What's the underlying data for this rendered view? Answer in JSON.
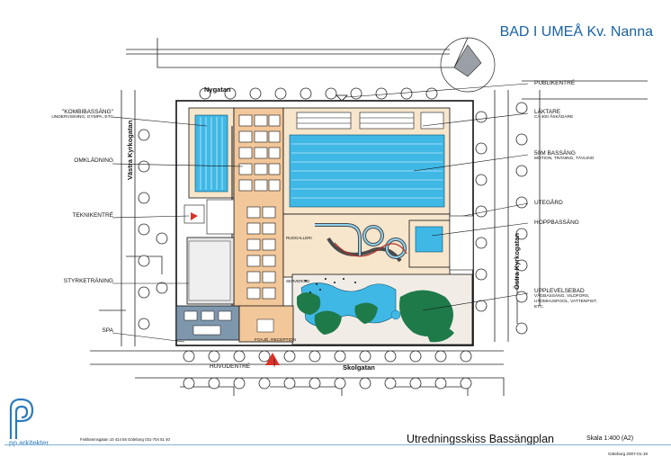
{
  "sheet": {
    "title": "BAD I UMEÅ Kv. Nanna",
    "plan_title": "Utredningsskiss Bassängplan",
    "scale": "Skala 1:400 (A2)",
    "date": "Göteborg 2007-01-19",
    "address": "Fiskhamnsgatan 10   414 55 Göteborg   031-704 51 40",
    "logo_name": "pp arkitekter"
  },
  "streets": {
    "nygatan": "Nygatan",
    "vastra_kyrkogatan": "Västra Kyrkogatan",
    "ostra_kyrkogatan": "Östra Kyrkogatan",
    "skolgatan": "Skolgatan"
  },
  "labels_left": {
    "kombi": "\"KOMBIBASSÄNG\"",
    "kombi_sub": "UNDERVISNING, GYMPA, ETC",
    "omkladning": "OMKLÄDNING",
    "teknikentre": "TEKNIKENTRÉ",
    "styrketraning": "STYRKETRÄNING",
    "spa": "SPA",
    "huvudentre": "HUVUDENTRÉ"
  },
  "labels_right": {
    "publikentre": "PUBLIKENTRÉ",
    "laktare": "LÄKTARE",
    "laktare_sub": "CA 400 ÅSKÅDARE",
    "bassang50": "50M BASSÄNG",
    "bassang50_sub": "MOTION, TRÄNING, TÄVLING",
    "utegard": "UTEGÅRD",
    "hoppbassang": "HOPPBASSÄNG",
    "upplevelse": "UPPLEVELSEBAD",
    "upplevelse_sub1": "VÅGBASSÄNG, VILDFORS,",
    "upplevelse_sub2": "UTOMHUSPOOL, VATTENPIST,",
    "upplevelse_sub3": "ETC."
  },
  "plan_labels": {
    "galleri": "RUDGALLERI",
    "seating": "SERVERING",
    "foyer": "FOAJÉ, RECEPTION"
  },
  "colors": {
    "title_blue": "#1a63a3",
    "pool_blue": "#3fb8e6",
    "wood": "#f2c79a",
    "sand": "#f7e6cc",
    "spa_grey": "#7f97ad",
    "green": "#1f7a4a",
    "entrance_red": "#d9342b"
  }
}
